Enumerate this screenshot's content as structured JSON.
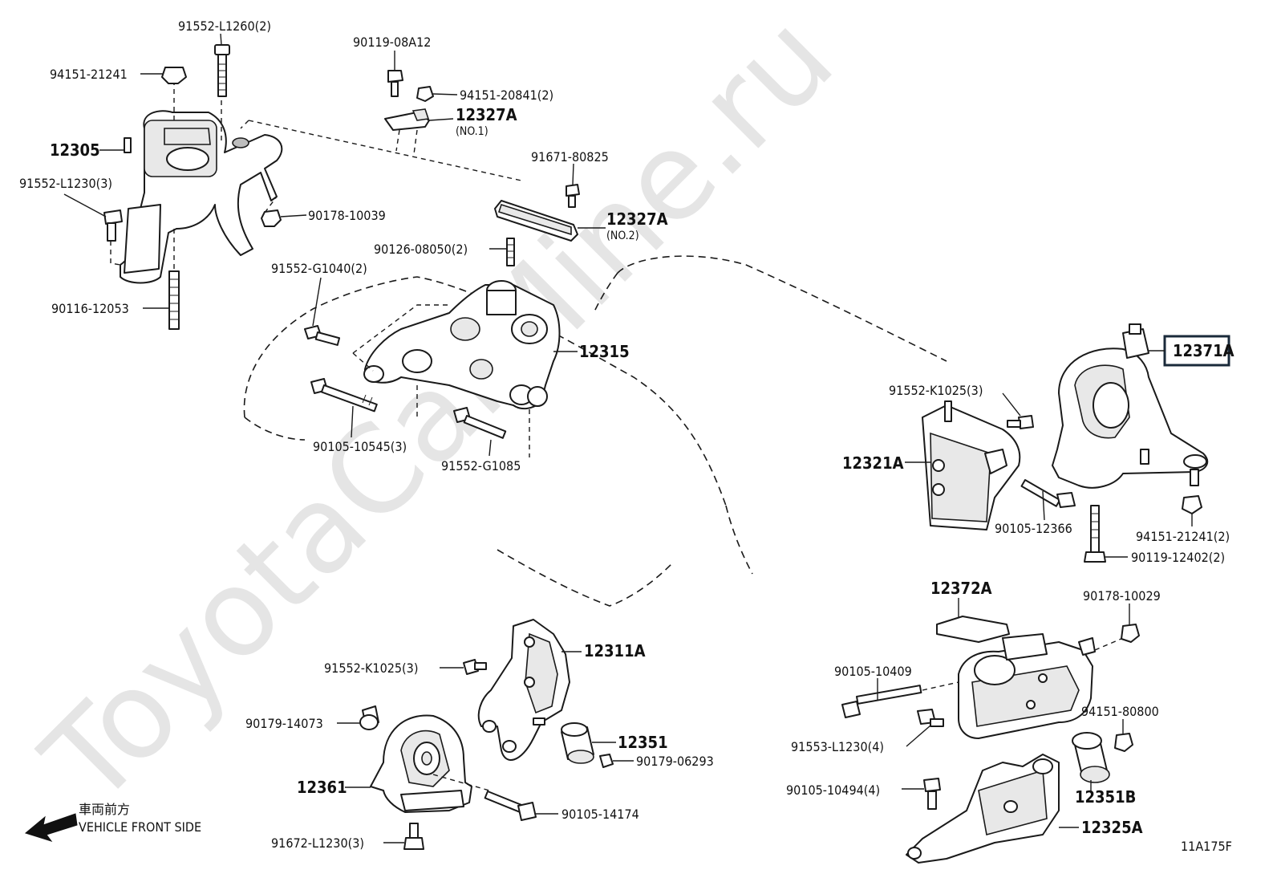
{
  "watermark": "ToyotaCarMine.ru",
  "footer": {
    "jp_label": "車両前方",
    "en_label": "VEHICLE FRONT SIDE",
    "code": "11A175F"
  },
  "labels": {
    "p91552_L1260": "91552-L1260(2)",
    "p94151_21241": "94151-21241",
    "p12305": "12305",
    "p91552_L1230": "91552-L1230(3)",
    "p90116_12053": "90116-12053",
    "p90178_10039": "90178-10039",
    "p90119_08A12": "90119-08A12",
    "p94151_20841": "94151-20841(2)",
    "p12327A_1": "12327A",
    "p12327A_1_sub": "(NO.1)",
    "p91671_80825": "91671-80825",
    "p12327A_2": "12327A",
    "p12327A_2_sub": "(NO.2)",
    "p90126_08050": "90126-08050(2)",
    "p91552_G1040": "91552-G1040(2)",
    "p12315": "12315",
    "p90105_10545": "90105-10545(3)",
    "p91552_G1085": "91552-G1085",
    "p12371A": "12371A",
    "p91552_K1025_r": "91552-K1025(3)",
    "p12321A": "12321A",
    "p90105_12366": "90105-12366",
    "p94151_21241_2": "94151-21241(2)",
    "p90119_12402": "90119-12402(2)",
    "p12372A": "12372A",
    "p90178_10029": "90178-10029",
    "p90105_10409": "90105-10409",
    "p94151_80800": "94151-80800",
    "p91553_L1230": "91553-L1230(4)",
    "p90105_10494": "90105-10494(4)",
    "p12351B": "12351B",
    "p12325A": "12325A",
    "p12311A": "12311A",
    "p91552_K1025_l": "91552-K1025(3)",
    "p90179_14073": "90179-14073",
    "p12351": "12351",
    "p90179_06293": "90179-06293",
    "p12361": "12361",
    "p90105_14174": "90105-14174",
    "p91672_L1230": "91672-L1230(3)"
  },
  "highlighted_part": "12371A",
  "colors": {
    "line": "#1a1a1a",
    "highlight_box": "#1a2a3a",
    "watermark": "#e5e5e5"
  },
  "icons": {
    "front_arrow": "arrow-left-icon"
  }
}
